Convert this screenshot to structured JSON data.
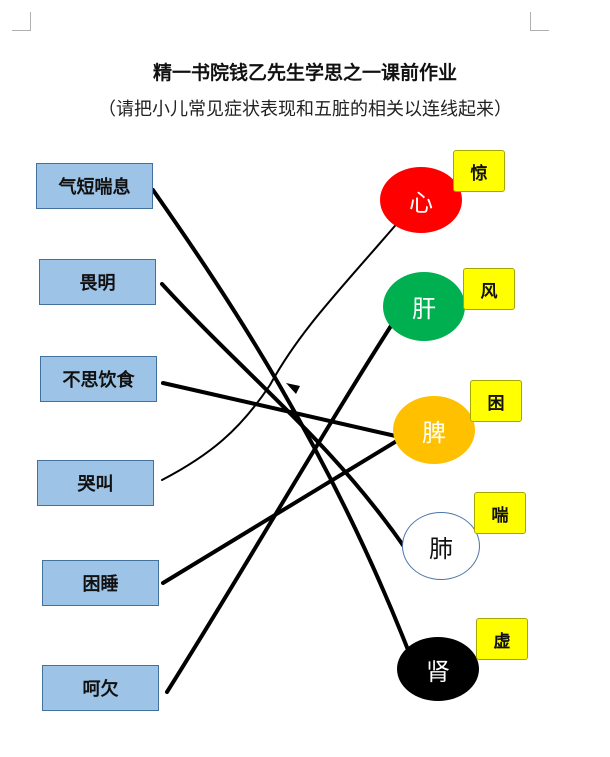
{
  "title": "精一书院钱乙先生学思之一课前作业",
  "subtitle": "（请把小儿常见症状表现和五脏的相关以连线起来）",
  "symptoms": [
    "气短喘息",
    "畏明",
    "不思饮食",
    "哭叫",
    "困睡",
    "呵欠"
  ],
  "organs": [
    {
      "label": "心",
      "tag": "惊",
      "color": "#ff0000",
      "text_color": "#ffffff"
    },
    {
      "label": "肝",
      "tag": "风",
      "color": "#00b050",
      "text_color": "#ffffff"
    },
    {
      "label": "脾",
      "tag": "困",
      "color": "#ffc000",
      "text_color": "#ffffff"
    },
    {
      "label": "肺",
      "tag": "喘",
      "color": "#ffffff",
      "text_color": "#111111"
    },
    {
      "label": "肾",
      "tag": "虚",
      "color": "#000000",
      "text_color": "#ffffff"
    }
  ],
  "colors": {
    "symptom_fill": "#9dc3e6",
    "tag_fill": "#ffff00",
    "line": "#000000"
  }
}
